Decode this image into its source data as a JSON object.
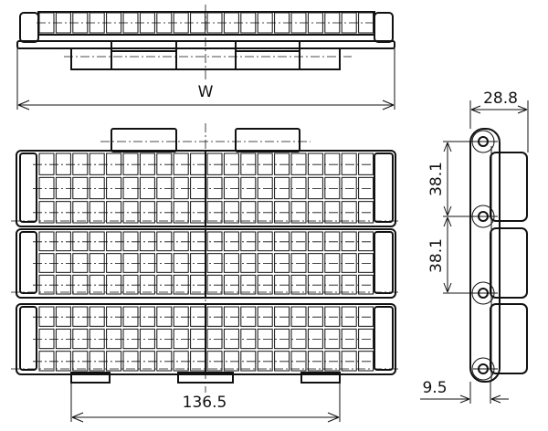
{
  "title": "Modular belt dimension drawing",
  "dimensions": {
    "width_label": "W",
    "side_height": "28.8",
    "pitch_1": "38.1",
    "pitch_2": "38.1",
    "link_offset": "9.5",
    "tab_spacing": "136.5"
  },
  "colors": {
    "line": "#111111",
    "background": "#ffffff"
  }
}
